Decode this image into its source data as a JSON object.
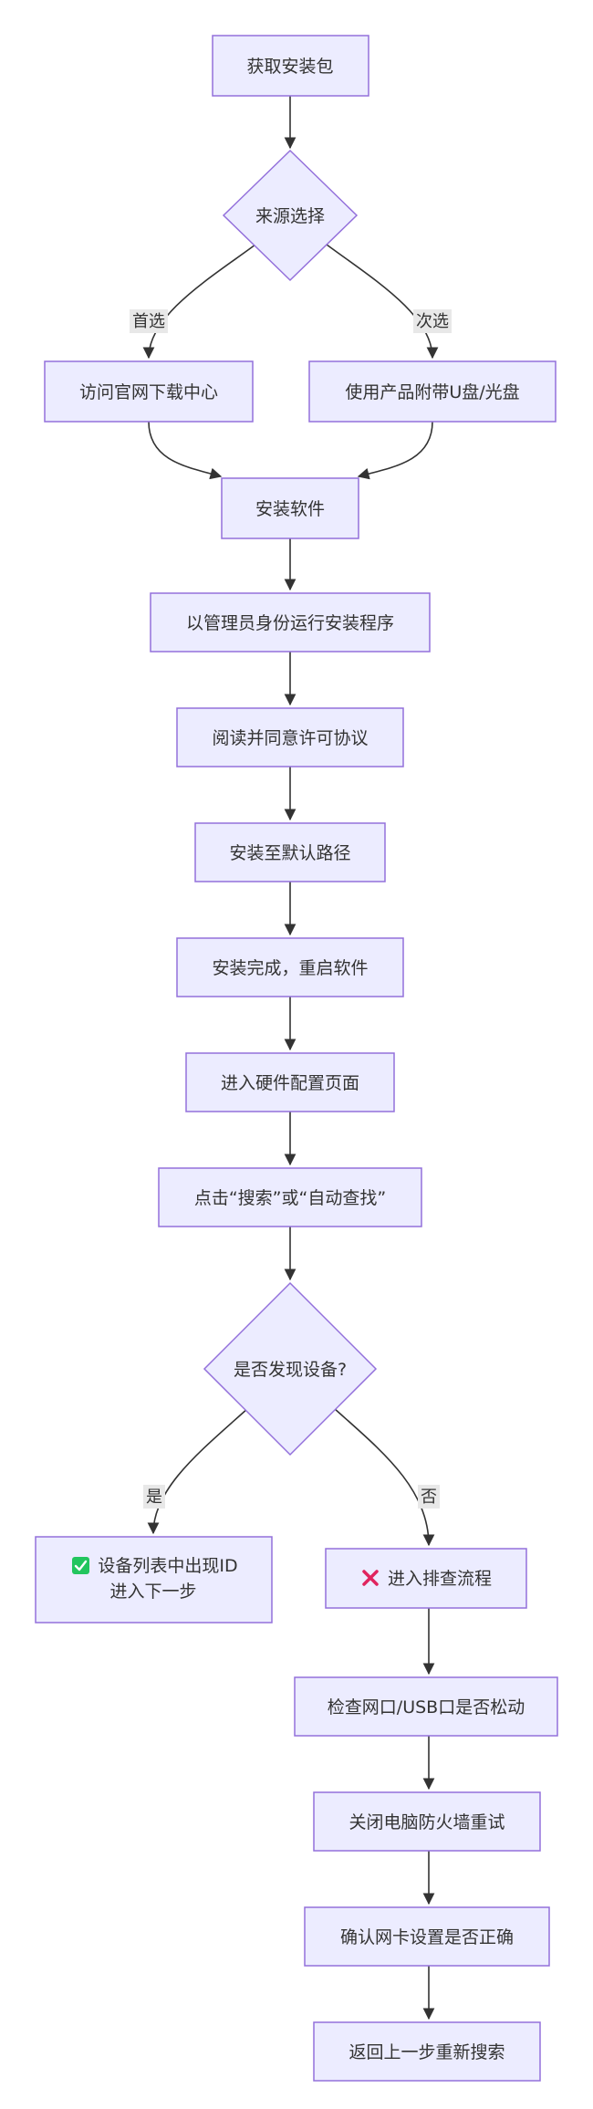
{
  "nodes": {
    "get_package": {
      "text": "获取安装包"
    },
    "source_choice": {
      "text": "来源选择"
    },
    "official_site": {
      "text": "访问官网下载中心"
    },
    "usb_disc": {
      "text": "使用产品附带U盘/光盘"
    },
    "install_software": {
      "text": "安装软件"
    },
    "run_as_admin": {
      "text": "以管理员身份运行安装程序"
    },
    "read_agree": {
      "text": "阅读并同意许可协议"
    },
    "default_path": {
      "text": "安装至默认路径"
    },
    "install_done": {
      "text": "安装完成，重启软件"
    },
    "hw_config": {
      "text": "进入硬件配置页面"
    },
    "click_search": {
      "text": "点击“搜索”或“自动查找”"
    },
    "device_found": {
      "text": "是否发现设备?"
    },
    "device_listed": {
      "line1": "设备列表中出现ID",
      "line2": "进入下一步"
    },
    "troubleshoot": {
      "text": "进入排查流程"
    },
    "check_port": {
      "text": "检查网口/USB口是否松动"
    },
    "close_firewall": {
      "text": "关闭电脑防火墙重试"
    },
    "check_nic": {
      "text": "确认网卡设置是否正确"
    },
    "retry_search": {
      "text": "返回上一步重新搜索"
    }
  },
  "edge_labels": {
    "preferred": "首选",
    "alternative": "次选",
    "yes": "是",
    "no": "否"
  },
  "colors": {
    "node_fill": "#ececff",
    "node_stroke": "#9370db",
    "edge": "#333333",
    "check_icon": "#22c55e",
    "cross_icon": "#e0245e"
  },
  "icons": {
    "success": "check-mark-button-icon",
    "failure": "cross-mark-icon"
  }
}
